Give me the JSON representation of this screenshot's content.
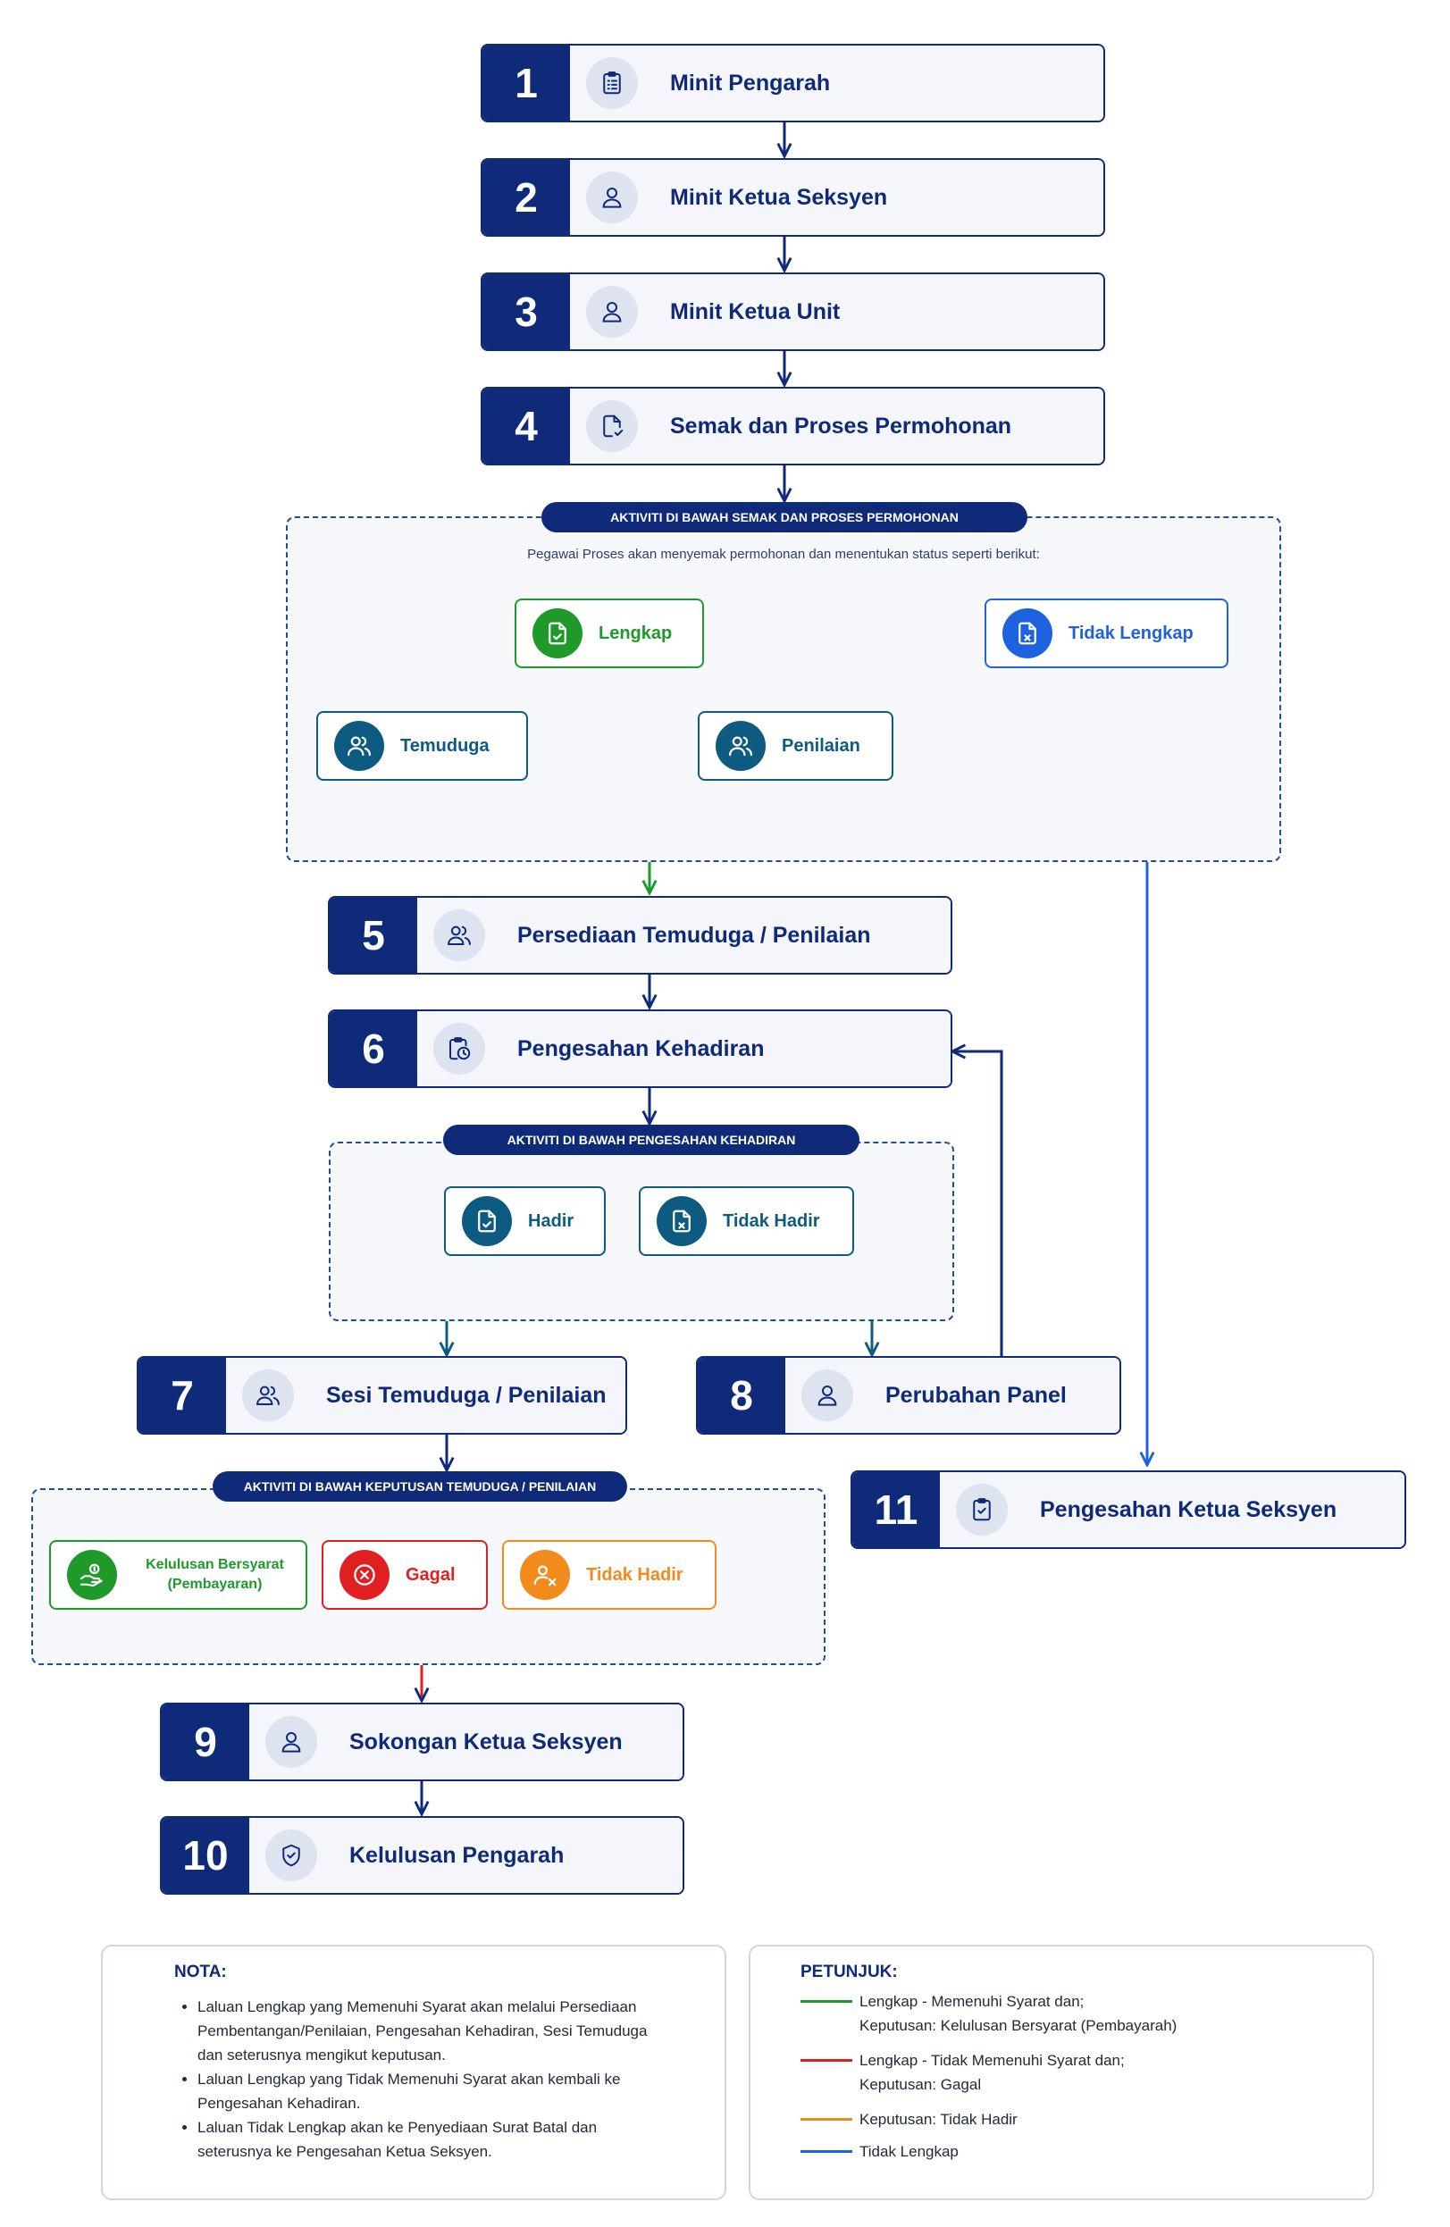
{
  "steps": [
    {
      "num": "1",
      "label": "Minit Pengarah"
    },
    {
      "num": "2",
      "label": "Minit Ketua Seksyen"
    },
    {
      "num": "3",
      "label": "Minit Ketua Unit"
    },
    {
      "num": "4",
      "label": "Semak dan Proses Permohonan"
    },
    {
      "num": "5",
      "label": "Persediaan Temuduga / Penilaian"
    },
    {
      "num": "6",
      "label": "Pengesahan Kehadiran"
    },
    {
      "num": "7",
      "label": "Sesi Temuduga / Penilaian"
    },
    {
      "num": "8",
      "label": "Perubahan Panel"
    },
    {
      "num": "9",
      "label": "Sokongan Ketua Seksyen"
    },
    {
      "num": "10",
      "label": "Kelulusan Pengarah"
    },
    {
      "num": "11",
      "label": "Pengesahan Ketua Seksyen"
    }
  ],
  "panel1": {
    "title": "AKTIVITI DI BAWAH SEMAK DAN PROSES PERMOHONAN",
    "description": "Pegawai Proses akan menyemak permohonan dan menentukan status seperti berikut:",
    "lengkap": "Lengkap",
    "tidak_lengkap": "Tidak Lengkap",
    "temuduga": "Temuduga",
    "penilaian": "Penilaian"
  },
  "panel2": {
    "title": "AKTIVITI DI BAWAH PENGESAHAN KEHADIRAN",
    "hadir": "Hadir",
    "tidak_hadir": "Tidak Hadir"
  },
  "panel3": {
    "title": "AKTIVITI DI BAWAH KEPUTUSAN TEMUDUGA / PENILAIAN",
    "kelulusan_line1": "Kelulusan Bersyarat",
    "kelulusan_line2": "(Pembayaran)",
    "gagal": "Gagal",
    "tidak_hadir": "Tidak Hadir"
  },
  "nota": {
    "title": "NOTA:",
    "items": [
      "Laluan Lengkap yang Memenuhi Syarat akan melalui Persediaan Pembentangan/Penilaian, Pengesahan Kehadiran, Sesi Temuduga dan seterusnya mengikut keputusan.",
      "Laluan Lengkap yang Tidak Memenuhi Syarat akan kembali ke Pengesahan Kehadiran.",
      "Laluan Tidak Lengkap akan ke Penyediaan Surat Batal dan seterusnya ke Pengesahan Ketua Seksyen."
    ]
  },
  "petunjuk": {
    "title": "PETUNJUK:",
    "items": [
      {
        "color": "#1f9a2a",
        "line1": "Lengkap - Memenuhi Syarat dan;",
        "line2": "Keputusan: Kelulusan Bersyarat (Pembayarah)"
      },
      {
        "color": "#e02020",
        "line1": "Lengkap - Tidak Memenuhi Syarat dan;",
        "line2": "Keputusan: Gagal"
      },
      {
        "color": "#f28a1c",
        "line1": "Keputusan: Tidak Hadir",
        "line2": ""
      },
      {
        "color": "#1f62e0",
        "line1": "Tidak Lengkap",
        "line2": ""
      }
    ]
  },
  "colors": {
    "navy": "#0e2a78",
    "green": "#1f9a2a",
    "red": "#e02020",
    "orange": "#f28a1c",
    "blue": "#1f62e0",
    "teal": "#0d5b80"
  }
}
